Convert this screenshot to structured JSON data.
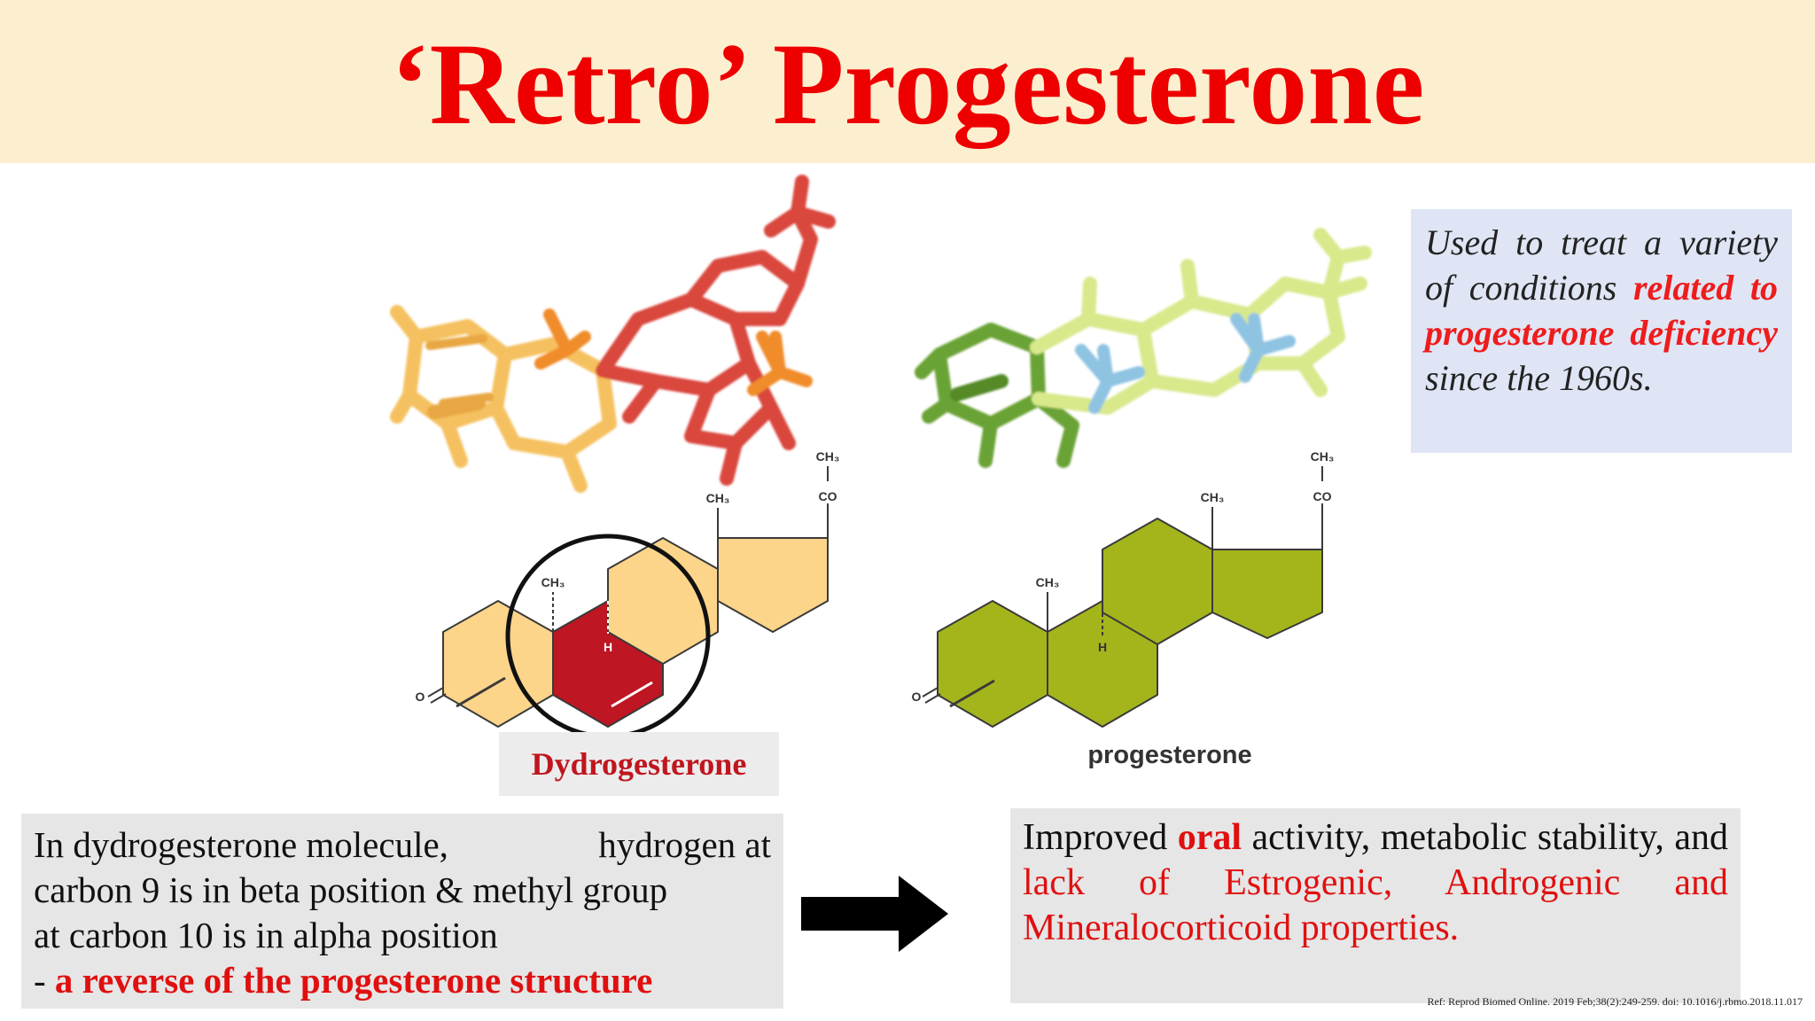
{
  "title": "‘Retro’ Progesterone",
  "infobox": {
    "text_before": "Used to treat a variety of conditions ",
    "highlight": "related to progesterone deficiency",
    "text_after": " since the 1960s."
  },
  "dydrogesterone": {
    "caption": "Dydrogesterone",
    "labels": {
      "ch3_top": "CH₃",
      "co": "CO",
      "ch3_mid": "CH₃",
      "ch3_low": "CH₃",
      "h": "H",
      "o": "O"
    }
  },
  "progesterone": {
    "caption": "progesterone",
    "labels": {
      "ch3_top": "CH₃",
      "co": "CO",
      "ch3_mid": "CH₃",
      "ch3_low": "CH₃",
      "h": "H",
      "o": "O"
    }
  },
  "left_note": {
    "line1a": "In dydrogesterone molecule,",
    "line1b": "hydrogen at",
    "line2": "carbon 9 is in beta position & methyl group",
    "line3": "at carbon 10 is in alpha position",
    "dash": "- ",
    "highlight": "a reverse of the progesterone structure"
  },
  "right_note": {
    "text_before": "Improved ",
    "bold_red": "oral",
    "text_mid": " activity, metabolic stability, and ",
    "red": "lack of Estrogenic, Androgenic and Mineralocorticoid properties."
  },
  "reference": "Ref: Reprod Biomed Online. 2019 Feb;38(2):249-259. doi: 10.1016/j.rbmo.2018.11.017",
  "colors": {
    "title_red": "#ee0000",
    "title_band": "#fcefcf",
    "dydro_ring": "#fdd58a",
    "dydro_highlight": "#be1622",
    "prog_ring": "#a4b51c",
    "info_bg": "#dfe5f4"
  }
}
